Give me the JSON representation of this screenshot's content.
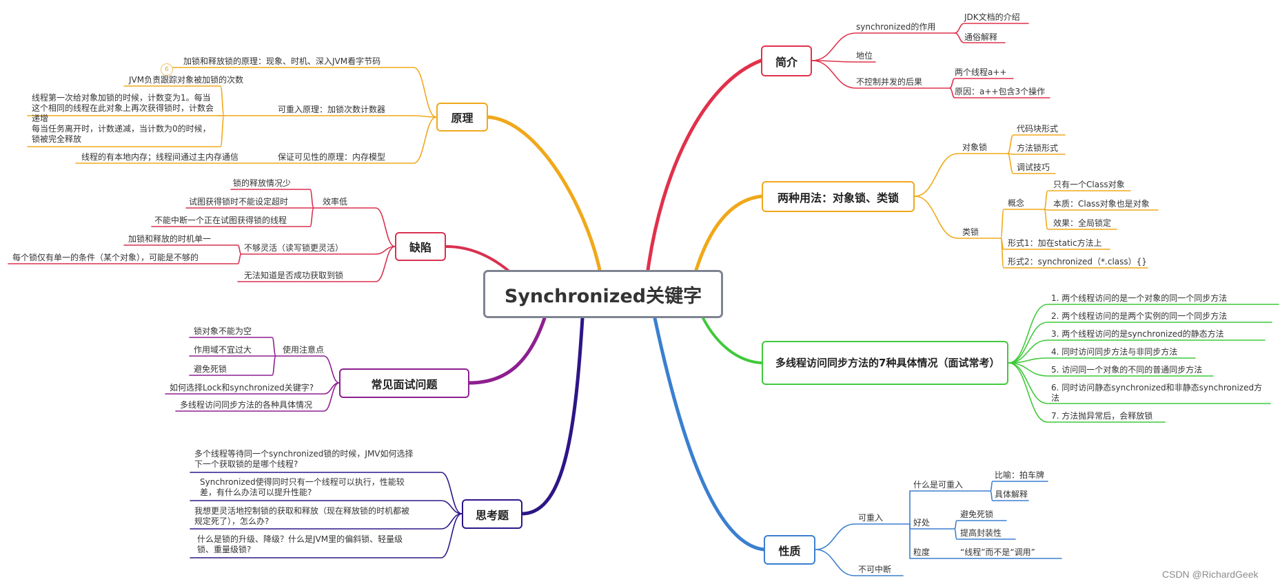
{
  "central": {
    "title": "Synchronized关键字"
  },
  "colors": {
    "intro": "#e0314b",
    "usage": "#f0a81a",
    "cases": "#3fc93a",
    "props": "#3a7fd0",
    "principle": "#f0a81a",
    "defects": "#d9304f",
    "faq": "#8e1f8f",
    "thinking": "#2d1587",
    "central_border": "#7e8391"
  },
  "branches": {
    "intro": {
      "title": "简介",
      "items": {
        "role": {
          "label": "synchronized的作用",
          "children": [
            "JDK文档的介绍",
            "通俗解释"
          ]
        },
        "status": {
          "label": "地位"
        },
        "consequence": {
          "label": "不控制并发的后果",
          "children": [
            "两个线程a++",
            "原因：a++包含3个操作"
          ]
        }
      }
    },
    "usage": {
      "title": "两种用法：对象锁、类锁",
      "object_lock": {
        "label": "对象锁",
        "children": [
          "代码块形式",
          "方法锁形式",
          "调试技巧"
        ]
      },
      "class_lock": {
        "label": "类锁",
        "concept": {
          "label": "概念",
          "children": [
            "只有一个Class对象",
            "本质：Class对象也是对象",
            "效果：全局锁定"
          ]
        },
        "form1": "形式1：加在static方法上",
        "form2": "形式2：synchronized（*.class）{}"
      }
    },
    "cases": {
      "title": "多线程访问同步方法的7种具体情况（面试常考）",
      "items": [
        "1. 两个线程访问的是一个对象的同一个同步方法",
        "2. 两个线程访问的是两个实例的同一个同步方法",
        "3. 两个线程访问的是synchronized的静态方法",
        "4. 同时访问同步方法与非同步方法",
        "5. 访问同一个对象的不同的普通同步方法",
        "6. 同时访问静态synchronized和非静态synchronized方法",
        "7. 方法抛异常后，会释放锁"
      ]
    },
    "props": {
      "title": "性质",
      "reentrant": {
        "label": "可重入",
        "what": {
          "label": "什么是可重入",
          "children": [
            "比喻：拍车牌",
            "具体解释"
          ]
        },
        "benefit": {
          "label": "好处",
          "children": [
            "避免死锁",
            "提高封装性"
          ]
        },
        "granularity": {
          "label": "粒度",
          "value": "“线程”而不是“调用”"
        }
      },
      "uninterruptible": {
        "label": "不可中断"
      }
    },
    "principle": {
      "title": "原理",
      "badge": "6",
      "lock_release": "加锁和释放锁的原理：现象、时机、深入JVM看字节码",
      "reentrant": {
        "label": "可重入原理：加锁次数计数器",
        "children": [
          "JVM负责跟踪对象被加锁的次数",
          "线程第一次给对象加锁的时候，计数变为1。每当这个相同的线程在此对象上再次获得锁时，计数会递增",
          "每当任务离开时，计数递减，当计数为0的时候，锁被完全释放"
        ]
      },
      "visibility": {
        "label": "保证可见性的原理：内存模型",
        "children": [
          "线程的有本地内存；线程间通过主内存通信"
        ]
      }
    },
    "defects": {
      "title": "缺陷",
      "efficiency": {
        "label": "效率低",
        "children": [
          "锁的释放情况少",
          "试图获得锁时不能设定超时",
          "不能中断一个正在试图获得锁的线程"
        ]
      },
      "flexibility": {
        "label": "不够灵活（读写锁更灵活）",
        "children": [
          "加锁和释放的时机单一",
          "每个锁仅有单一的条件（某个对象），可能是不够的"
        ]
      },
      "unknown": {
        "label": "无法知道是否成功获取到锁"
      }
    },
    "faq": {
      "title": "常见面试问题",
      "notes": {
        "label": "使用注意点",
        "children": [
          "锁对象不能为空",
          "作用域不宜过大",
          "避免死锁"
        ]
      },
      "lock_vs_sync": "如何选择Lock和synchronized关键字?",
      "cases": "多线程访问同步方法的各种具体情况"
    },
    "thinking": {
      "title": "思考题",
      "items": [
        "多个线程等待同一个synchronized锁的时候，JMV如何选择下一个获取锁的是哪个线程?",
        "Synchronized使得同时只有一个线程可以执行，性能较差，有什么办法可以提升性能?",
        "我想更灵活地控制锁的获取和释放（现在释放锁的时机都被规定死了），怎么办?",
        "什么是锁的升级、降级？什么是JVM里的偏斜锁、轻量级锁、重量级锁?"
      ]
    }
  },
  "watermark": "CSDN @RichardGeek"
}
